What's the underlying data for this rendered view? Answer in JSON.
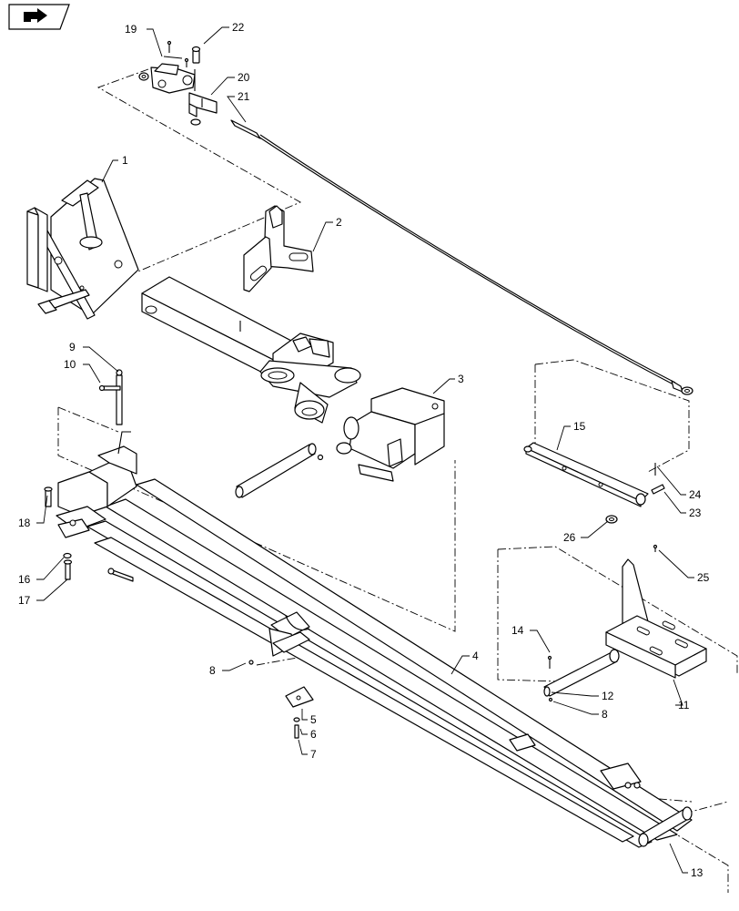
{
  "callouts": {
    "c1": "1",
    "c2": "2",
    "c3": "3",
    "c4": "4",
    "c5": "5",
    "c6": "6",
    "c7": "7",
    "c8a": "8",
    "c8b": "8",
    "c9": "9",
    "c10": "10",
    "c11": "11",
    "c12": "12",
    "c13": "13",
    "c14": "14",
    "c15": "15",
    "c16": "16",
    "c17": "17",
    "c18": "18",
    "c19": "19",
    "c20": "20",
    "c21": "21",
    "c22": "22",
    "c23": "23",
    "c24": "24",
    "c25": "25",
    "c26": "26"
  },
  "icons": {
    "nav": "previous-page-icon"
  }
}
